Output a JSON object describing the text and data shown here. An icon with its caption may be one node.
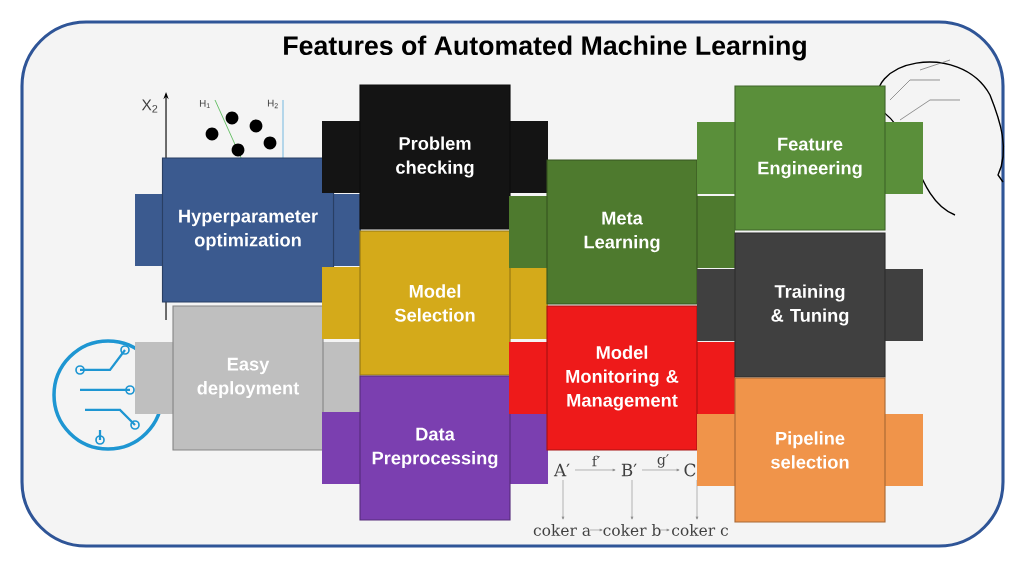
{
  "diagram": {
    "title": "Features of Automated Machine Learning",
    "nodes": [
      {
        "text": [
          "Hyperparameter optimization"
        ]
      },
      {
        "text": [
          "Easy deployment"
        ]
      },
      {
        "text": [
          "Problem checking"
        ]
      },
      {
        "text": [
          "Model Selection"
        ]
      },
      {
        "text": [
          "Data Preprocessing"
        ]
      },
      {
        "text": [
          "Meta Learning"
        ]
      },
      {
        "text": [
          "Model Monitoring & Management"
        ]
      },
      {
        "text": [
          "Feature Engineering"
        ]
      },
      {
        "text": [
          "Training & Tuning"
        ]
      },
      {
        "text": [
          "Pipeline selection"
        ]
      }
    ],
    "labels": [
      "X$_{2}$",
      "H$_{1}$",
      "H$_{2}$",
      "A′",
      "f′",
      "B′",
      "g′",
      "C",
      "coker a",
      "coker b",
      "coker c"
    ]
  }
}
